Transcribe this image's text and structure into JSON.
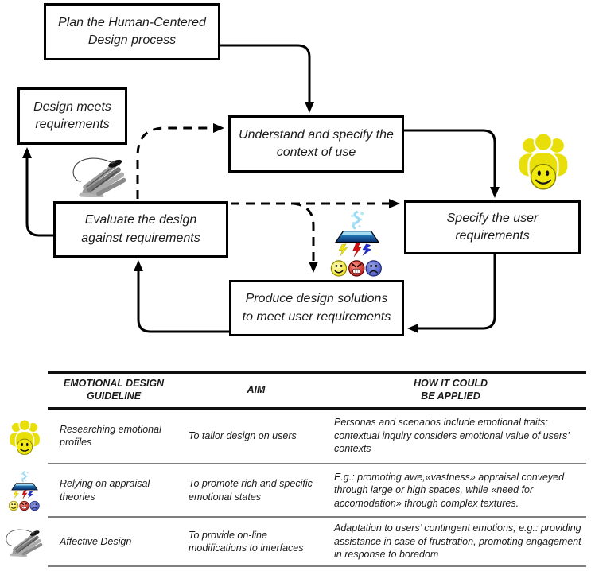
{
  "flowchart": {
    "boxes": {
      "plan": {
        "label": "Plan the Human-Centered Design process"
      },
      "design_meets": {
        "label": "Design meets requirements"
      },
      "understand": {
        "label": "Understand and specify the context of use"
      },
      "evaluate": {
        "label": "Evaluate the design against requirements"
      },
      "specify": {
        "label": "Specify the user requirements"
      },
      "produce": {
        "label": "Produce design solutions to meet user requirements"
      }
    },
    "connections": [
      {
        "from": "plan",
        "to": "understand",
        "style": "solid"
      },
      {
        "from": "understand",
        "to": "specify",
        "style": "solid"
      },
      {
        "from": "specify",
        "to": "produce",
        "style": "solid"
      },
      {
        "from": "produce",
        "to": "evaluate",
        "style": "solid"
      },
      {
        "from": "evaluate",
        "to": "design_meets",
        "style": "solid"
      },
      {
        "from": "evaluate",
        "to": "understand",
        "style": "dashed"
      },
      {
        "from": "evaluate",
        "to": "specify",
        "style": "dashed"
      },
      {
        "from": "evaluate",
        "to": "produce",
        "style": "dashed"
      }
    ],
    "icons": [
      "personas-icon",
      "appraisal-theories-icon",
      "affective-hand-icon"
    ]
  },
  "table": {
    "headers": [
      "EMOTIONAL DESIGN GUIDELINE",
      "AIM",
      "HOW IT COULD BE APPLIED"
    ],
    "rows": [
      {
        "icon": "personas-icon",
        "guideline": "Researching emotional profiles",
        "aim": "To tailor design on users",
        "application": "Personas and scenarios include emotional traits; contextual inquiry considers emotional value of users’ contexts"
      },
      {
        "icon": "appraisal-theories-icon",
        "guideline": "Relying on appraisal theories",
        "aim": "To promote rich and specific emotional states",
        "application": "E.g.: promoting awe,«vastness» appraisal conveyed through large or high spaces, while «need for accomodation»  through complex textures."
      },
      {
        "icon": "affective-hand-icon",
        "guideline": "Affective Design",
        "aim": "To provide on-line modifications to interfaces",
        "application": "Adaptation to users’ contingent emotions, e.g.: providing assistance in case of frustration, promoting engagement in response to boredom"
      }
    ]
  },
  "colors": {
    "line_black": "#000000",
    "rule_gray": "#7f7f7f",
    "icon_yellow": "#e8df0a",
    "smiley_yellow": "#f2ea0e",
    "angry_red": "#c40c0c",
    "sad_blue": "#4150c4",
    "swirl_cyan": "#8fd6f2",
    "device_blue": "#0b2f70"
  }
}
